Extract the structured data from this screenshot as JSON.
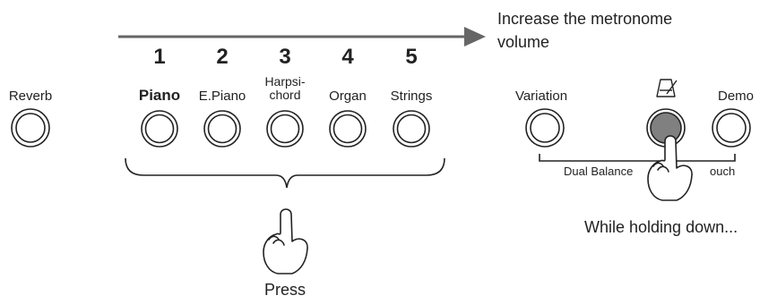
{
  "callouts": {
    "increase_line1": "Increase the metronome",
    "increase_line2": "volume",
    "while_holding": "While holding down...",
    "press": "Press"
  },
  "left_button": {
    "label": "Reverb"
  },
  "tone_buttons": [
    {
      "number": "1",
      "label": "Piano"
    },
    {
      "number": "2",
      "label": "E.Piano"
    },
    {
      "number": "3",
      "label_line1": "Harpsi-",
      "label_line2": "chord"
    },
    {
      "number": "4",
      "label": "Organ"
    },
    {
      "number": "5",
      "label": "Strings"
    }
  ],
  "right_buttons": {
    "variation": "Variation",
    "demo": "Demo",
    "dual_balance": "Dual Balance",
    "touch_partial": "ouch"
  },
  "icons": {
    "metronome": "metronome-icon",
    "hand": "pointing-hand-icon"
  },
  "colors": {
    "arrow": "#666666",
    "pressed_button": "#808080",
    "outline": "#222222"
  }
}
